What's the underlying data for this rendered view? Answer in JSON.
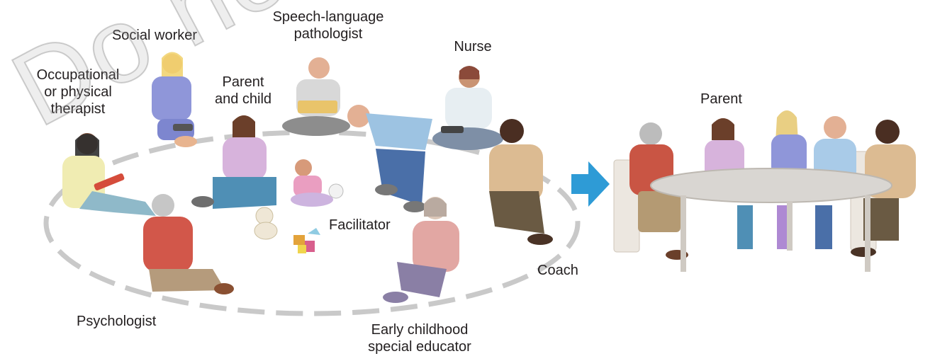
{
  "labels": {
    "social_worker": "Social worker",
    "slp": "Speech-language\npathologist",
    "nurse": "Nurse",
    "ot_pt": "Occupational\nor physical\ntherapist",
    "parent_child": "Parent\nand child",
    "facilitator": "Facilitator",
    "coach": "Coach",
    "psychologist": "Psychologist",
    "ecse": "Early childhood\nspecial educator",
    "parent_right": "Parent"
  },
  "watermark": "Do not copy",
  "colors": {
    "arrow": "#2e9bd6",
    "ring": "#c9c9c9",
    "text": "#231f20"
  }
}
